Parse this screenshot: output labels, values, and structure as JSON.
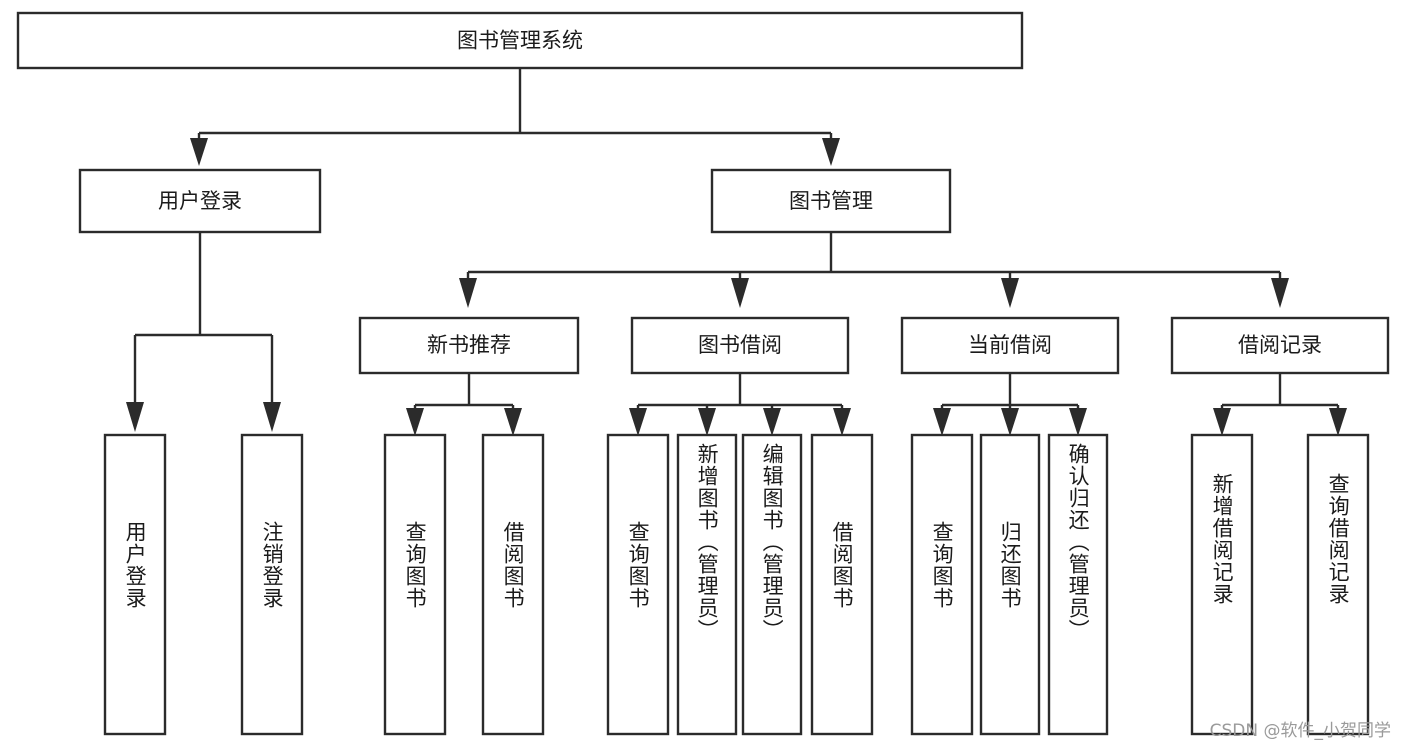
{
  "diagram": {
    "type": "tree-hierarchy",
    "title": "图书管理系统",
    "watermark": "CSDN @软件_小贺同学",
    "colors": {
      "stroke": "#2b2b2b",
      "fill": "#ffffff",
      "text": "#1b1b1b",
      "watermark": "#9a9a9a"
    },
    "root": {
      "label": "图书管理系统"
    },
    "level2": [
      {
        "label": "用户登录"
      },
      {
        "label": "图书管理"
      }
    ],
    "level3": [
      {
        "label": "新书推荐"
      },
      {
        "label": "图书借阅"
      },
      {
        "label": "当前借阅"
      },
      {
        "label": "借阅记录"
      }
    ],
    "leaves": {
      "user_login": [
        {
          "label": "用户登录"
        },
        {
          "label": "注销登录"
        }
      ],
      "new_book_recommend": [
        {
          "label": "查询图书"
        },
        {
          "label": "借阅图书"
        }
      ],
      "book_borrow": [
        {
          "label": "查询图书"
        },
        {
          "label": "新增图书（管理员）"
        },
        {
          "label": "编辑图书（管理员）"
        },
        {
          "label": "借阅图书"
        }
      ],
      "current_borrow": [
        {
          "label": "查询图书"
        },
        {
          "label": "归还图书"
        },
        {
          "label": "确认归还（管理员）"
        }
      ],
      "borrow_record": [
        {
          "label": "新增借阅记录"
        },
        {
          "label": "查询借阅记录"
        }
      ]
    }
  }
}
